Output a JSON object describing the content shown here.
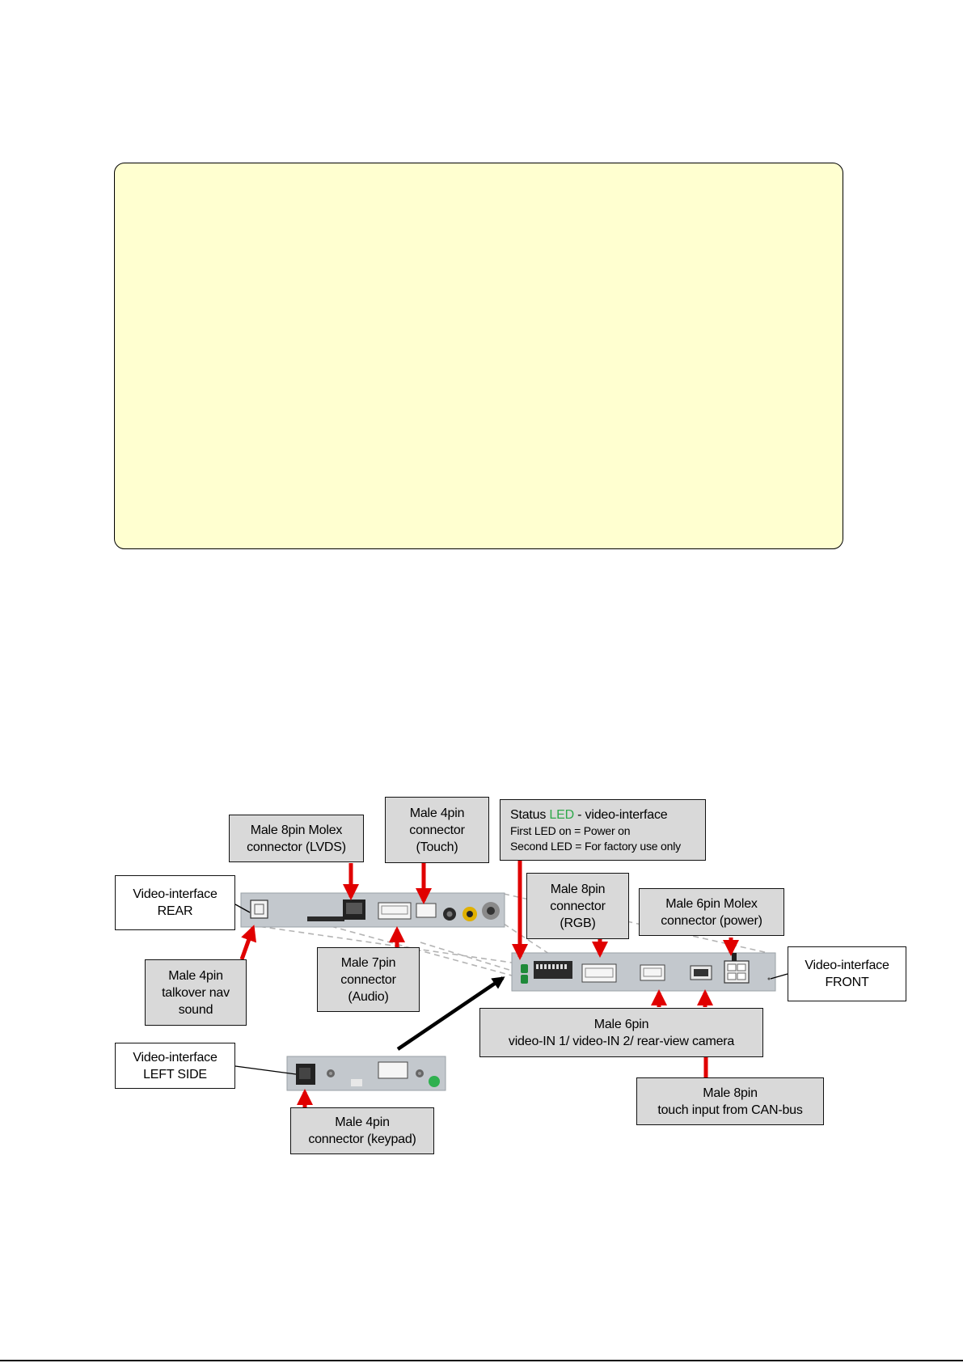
{
  "labels": {
    "rear": [
      "Video-interface",
      "REAR"
    ],
    "lvds": [
      "Male 8pin Molex",
      "connector (LVDS)"
    ],
    "touch": [
      "Male 4pin",
      "connector",
      "(Touch)"
    ],
    "status": {
      "line1_a": "Status ",
      "line1_led": "LED",
      "line1_b": " - video-interface",
      "line2": "First LED on = Power on",
      "line3": "Second LED = For factory use only"
    },
    "rgb": [
      "Male 8pin",
      "connector",
      "(RGB)"
    ],
    "power": [
      "Male 6pin Molex",
      "connector (power)"
    ],
    "front": [
      "Video-interface",
      "FRONT"
    ],
    "talkover": [
      "Male 4pin",
      "talkover nav",
      "sound"
    ],
    "audio": [
      "Male 7pin",
      "connector",
      "(Audio)"
    ],
    "video_in": [
      "Male 6pin",
      "video-IN 1/ video-IN 2/ rear-view camera"
    ],
    "left_side": [
      "Video-interface",
      "LEFT SIDE"
    ],
    "can_bus": [
      "Male 8pin",
      "touch input from CAN-bus"
    ],
    "keypad": [
      "Male 4pin",
      "connector (keypad)"
    ]
  },
  "colors": {
    "note_bg": "#ffffd0",
    "label_bg": "#d9d9d9",
    "arrow_red": "#e00000",
    "led_green": "#2ea84a",
    "device_grey": "#c3c8cd"
  }
}
